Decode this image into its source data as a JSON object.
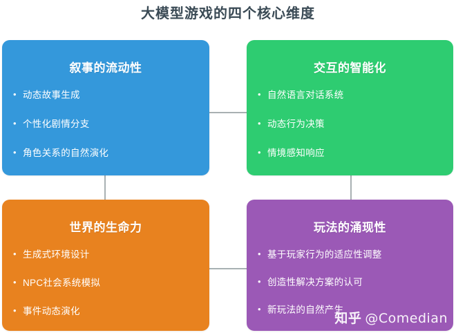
{
  "page": {
    "title": "大模型游戏的四个核心维度",
    "background": "#ffffff",
    "title_color": "#3a4a55",
    "connector_color": "#a8b0b2"
  },
  "boxes": [
    {
      "id": "narrative",
      "title": "叙事的流动性",
      "color": "#3498db",
      "items": [
        "动态故事生成",
        "个性化剧情分支",
        "角色关系的自然演化"
      ]
    },
    {
      "id": "interaction",
      "title": "交互的智能化",
      "color": "#2ecc71",
      "items": [
        "自然语言对话系统",
        "动态行为决策",
        "情境感知响应"
      ]
    },
    {
      "id": "world",
      "title": "世界的生命力",
      "color": "#e8821f",
      "items": [
        "生成式环境设计",
        "NPC社会系统模拟",
        "事件动态演化"
      ]
    },
    {
      "id": "gameplay",
      "title": "玩法的涌现性",
      "color": "#9b59b6",
      "items": [
        "基于玩家行为的适应性调整",
        "创造性解决方案的认可",
        "新玩法的自然产生"
      ]
    }
  ],
  "watermark": {
    "site": "知乎",
    "handle": "@Comedian"
  }
}
